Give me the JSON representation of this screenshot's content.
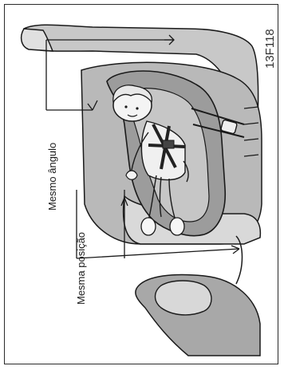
{
  "figure": {
    "reference_code": "13F118",
    "labels": {
      "same_angle": "Mesmo ângulo",
      "same_position": "Mesma posição"
    }
  },
  "colors": {
    "outline": "#1a1a1a",
    "seat_fill": "#b9b9b9",
    "seat_shadow": "#8e8e8e",
    "child_seat_fill": "#9c9c9c",
    "cushion_fill": "#d9d9d9",
    "skin": "#f4f4f4"
  }
}
